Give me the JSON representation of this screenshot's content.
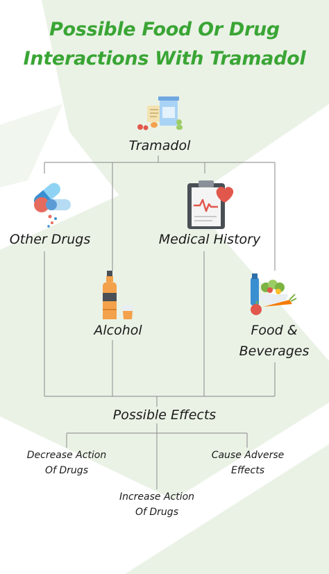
{
  "title": {
    "line1": "Possible Food Or Drug",
    "line2": "Interactions With Tramadol"
  },
  "root": {
    "label": "Tramadol",
    "icon": "pill-bottle-icon"
  },
  "factors": {
    "other_drugs": {
      "label": "Other Drugs",
      "icon": "capsules-icon"
    },
    "medical_history": {
      "label": "Medical History",
      "icon": "clipboard-heart-icon"
    },
    "alcohol": {
      "label": "Alcohol",
      "icon": "liquor-bottle-icon"
    },
    "food_beverages": {
      "line1": "Food &",
      "line2": "Beverages",
      "icon": "food-basket-icon"
    }
  },
  "effects": {
    "heading": "Possible Effects",
    "decrease": {
      "line1": "Decrease Action",
      "line2": "Of Drugs"
    },
    "increase": {
      "line1": "Increase Action",
      "line2": "Of Drugs"
    },
    "adverse": {
      "line1": "Cause Adverse",
      "line2": "Effects"
    }
  },
  "colors": {
    "title_green": "#3aa535",
    "background_shape": "#eaf2e6",
    "connector_line": "#9a9a9a",
    "text": "#1a1a1a"
  }
}
